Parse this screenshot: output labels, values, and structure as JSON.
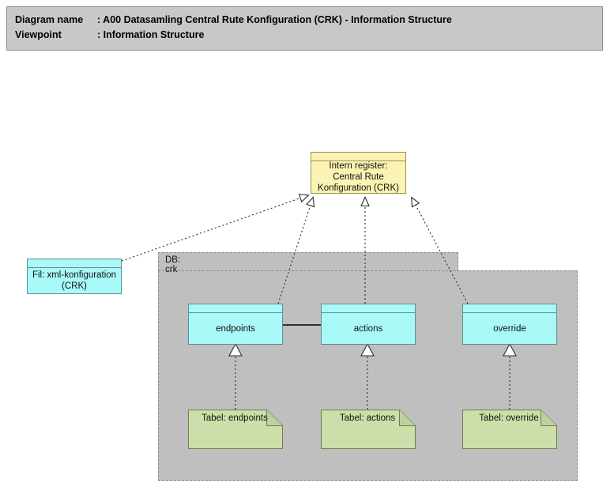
{
  "header": {
    "diagram_name_label": "Diagram name",
    "diagram_name_separator": ": ",
    "diagram_name_value": "A00 Datasamling Central Rute Konfiguration (CRK) - Information Structure",
    "viewpoint_label": "Viewpoint",
    "viewpoint_separator": ": ",
    "viewpoint_value": "Information Structure",
    "background_color": "#c8c8c8",
    "border_color": "#8f8f8f"
  },
  "nodes": {
    "intern_register": {
      "label": "Intern register: Central Rute Konfiguration (CRK)",
      "type": "data-object",
      "fill": "#fbf3b3"
    },
    "fil_xml": {
      "label": "Fil: xml-konfiguration (CRK)",
      "type": "data-object",
      "fill": "#aaf9f9"
    },
    "endpoints": {
      "label": "endpoints",
      "type": "data-object",
      "fill": "#aaf9f9"
    },
    "actions": {
      "label": "actions",
      "type": "data-object",
      "fill": "#aaf9f9"
    },
    "override": {
      "label": "override",
      "type": "data-object",
      "fill": "#aaf9f9"
    }
  },
  "group": {
    "label": "DB: crk",
    "fill": "#bfbfbf",
    "border": "#8a8a8a"
  },
  "notes": {
    "tabel_endpoints": {
      "label": "Tabel: endpoints",
      "fill": "#ccdfaa"
    },
    "tabel_actions": {
      "label": "Tabel: actions",
      "fill": "#ccdfaa"
    },
    "tabel_override": {
      "label": "Tabel: override",
      "fill": "#ccdfaa"
    }
  },
  "edges": [
    {
      "name": "fil-xml-to-intern-register",
      "style": "dotted",
      "arrow": "hollow-triangle"
    },
    {
      "name": "endpoints-to-intern-register",
      "style": "dotted",
      "arrow": "hollow-triangle"
    },
    {
      "name": "actions-to-intern-register",
      "style": "dotted",
      "arrow": "hollow-triangle"
    },
    {
      "name": "override-to-intern-register",
      "style": "dotted",
      "arrow": "hollow-triangle"
    },
    {
      "name": "endpoints-to-actions",
      "style": "solid",
      "arrow": "none"
    },
    {
      "name": "tabel-endpoints-to-endpoints",
      "style": "dotted",
      "arrow": "hollow-triangle"
    },
    {
      "name": "tabel-actions-to-actions",
      "style": "dotted",
      "arrow": "hollow-triangle"
    },
    {
      "name": "tabel-override-to-override",
      "style": "dotted",
      "arrow": "hollow-triangle"
    }
  ]
}
